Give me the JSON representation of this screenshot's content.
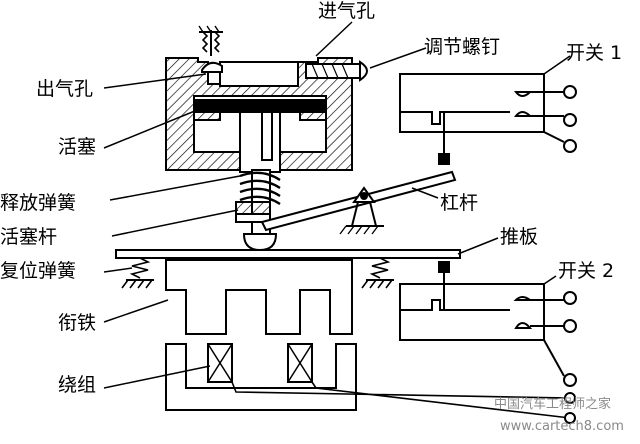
{
  "labels": {
    "inlet": "进气孔",
    "adjust_screw": "调节螺钉",
    "switch1": "开关 1",
    "outlet": "出气孔",
    "piston": "活塞",
    "release_spring": "释放弹簧",
    "piston_rod": "活塞杆",
    "lever": "杠杆",
    "push_plate": "推板",
    "reset_spring": "复位弹簧",
    "switch2": "开关 2",
    "armature": "衔铁",
    "coil": "绕组"
  },
  "watermark": {
    "line1": "中国汽车工程师之家",
    "line2": "www.cartech8.com"
  },
  "colors": {
    "ink": "#000000",
    "hatch": "#000000",
    "background": "#ffffff"
  }
}
